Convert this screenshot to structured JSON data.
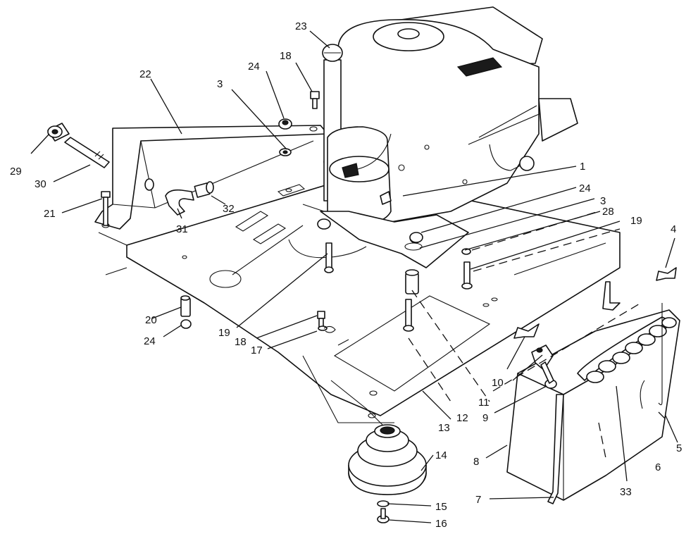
{
  "diagram": {
    "callouts": {
      "c1": "1",
      "c3a": "3",
      "c3b": "3",
      "c4": "4",
      "c5": "5",
      "c6": "6",
      "c7": "7",
      "c8": "8",
      "c9": "9",
      "c10": "10",
      "c11": "11",
      "c12": "12",
      "c13": "13",
      "c14": "14",
      "c15": "15",
      "c16": "16",
      "c17": "17",
      "c18a": "18",
      "c18b": "18",
      "c19a": "19",
      "c19b": "19",
      "c20": "20",
      "c21": "21",
      "c22": "22",
      "c23": "23",
      "c24a": "24",
      "c24b": "24",
      "c24c": "24",
      "c28": "28",
      "c29": "29",
      "c30": "30",
      "c31": "31",
      "c32": "32",
      "c33": "33"
    }
  }
}
